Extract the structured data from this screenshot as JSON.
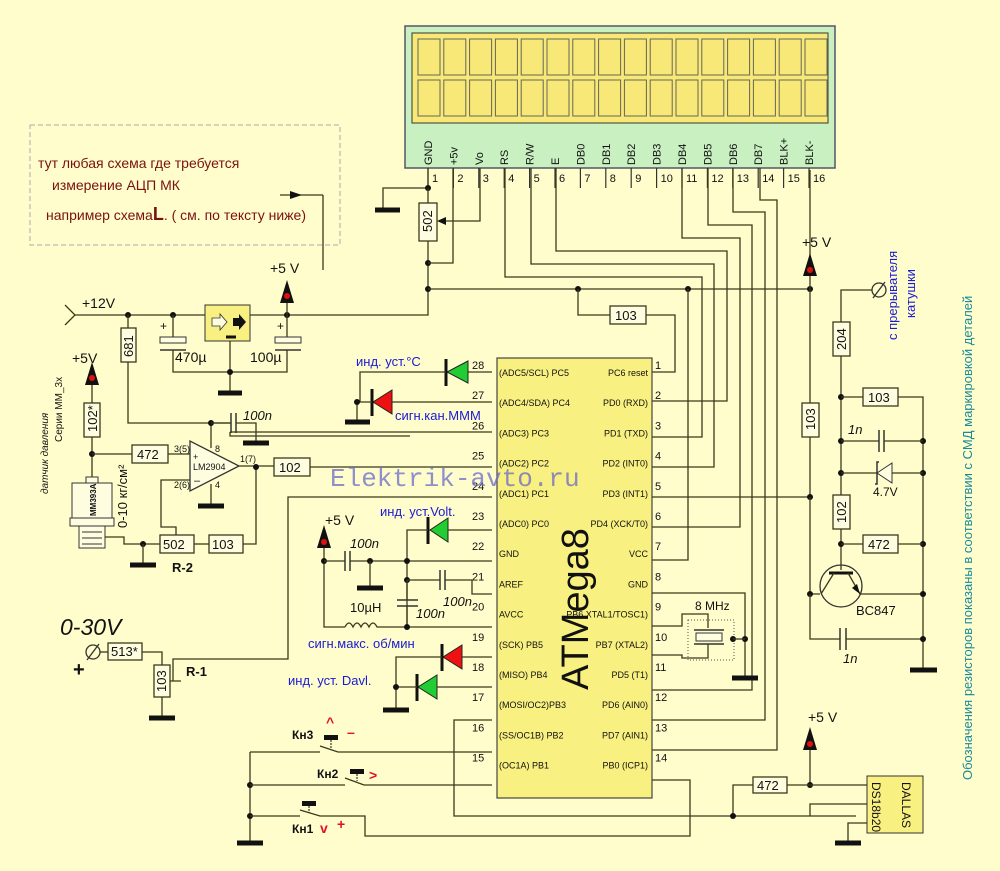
{
  "lcd": {
    "pins": [
      {
        "name": "GND",
        "num": "1"
      },
      {
        "name": "+5v",
        "num": "2"
      },
      {
        "name": "Vo",
        "num": "3"
      },
      {
        "name": "RS",
        "num": "4"
      },
      {
        "name": "R/W",
        "num": "5"
      },
      {
        "name": "E",
        "num": "6"
      },
      {
        "name": "DB0",
        "num": "7"
      },
      {
        "name": "DB1",
        "num": "8"
      },
      {
        "name": "DB2",
        "num": "9"
      },
      {
        "name": "DB3",
        "num": "10"
      },
      {
        "name": "DB4",
        "num": "11"
      },
      {
        "name": "DB5",
        "num": "12"
      },
      {
        "name": "DB6",
        "num": "13"
      },
      {
        "name": "DB7",
        "num": "14"
      },
      {
        "name": "BLK+",
        "num": "15"
      },
      {
        "name": "BLK-",
        "num": "16"
      }
    ],
    "rows": 2,
    "cols": 16,
    "contrast_pot": "502"
  },
  "note_box": {
    "line1": "тут любая схема где требуется",
    "line2": "измерение АЦП МК",
    "line3_pre": "например схема",
    "line3_letter": "L",
    "line3_post": ". ( см. по тексту ниже)"
  },
  "power": {
    "input_label": "+12V",
    "vcc_label": "+5 V",
    "vcc_label_short": "+5V",
    "cap_in": "470µ",
    "cap_out": "100µ",
    "r_681": "681"
  },
  "pressure": {
    "sensor_model": "ММ393А",
    "sensor_caption1": "датчик давления",
    "sensor_caption2": "Серии ММ_3х",
    "range": "0-10 кг/см²",
    "r_top": "102*",
    "r_in": "472",
    "opamp": "LM2904",
    "pin_plus": "3(5)",
    "pin_minus": "2(6)",
    "pin_out": "1(7)",
    "pin_8": "8",
    "pin_4": "4",
    "cap": "100n",
    "r_out": "102",
    "r_fb1": "502",
    "r_fb2": "103",
    "trim_label": "R-2"
  },
  "voltage_in": {
    "label": "0-30V",
    "plus": "+",
    "r_series": "513*",
    "r_div": "103",
    "trim_label": "R-1"
  },
  "mcu": {
    "name": "ATMega8",
    "left_pins": [
      {
        "num": "28",
        "label": "(ADC5/SCL) PC5"
      },
      {
        "num": "27",
        "label": "(ADC4/SDA) PC4"
      },
      {
        "num": "26",
        "label": "(ADC3) PC3"
      },
      {
        "num": "25",
        "label": "(ADC2) PC2"
      },
      {
        "num": "24",
        "label": "(ADC1) PC1"
      },
      {
        "num": "23",
        "label": "(ADC0) PC0"
      },
      {
        "num": "22",
        "label": "GND"
      },
      {
        "num": "21",
        "label": "AREF"
      },
      {
        "num": "20",
        "label": "AVCC"
      },
      {
        "num": "19",
        "label": "(SCK) PB5"
      },
      {
        "num": "18",
        "label": "(MISO) PB4"
      },
      {
        "num": "17",
        "label": "(MOSI/OC2)PB3"
      },
      {
        "num": "16",
        "label": "(SS/OC1B) PB2"
      },
      {
        "num": "15",
        "label": "(OC1A) PB1"
      }
    ],
    "right_pins": [
      {
        "num": "1",
        "label": "PC6 reset"
      },
      {
        "num": "2",
        "label": "PD0 (RXD)"
      },
      {
        "num": "3",
        "label": "PD1 (TXD)"
      },
      {
        "num": "4",
        "label": "PD2 (INT0)"
      },
      {
        "num": "5",
        "label": "PD3 (INT1)"
      },
      {
        "num": "6",
        "label": "PD4 (XCK/T0)"
      },
      {
        "num": "7",
        "label": "VCC"
      },
      {
        "num": "8",
        "label": "GND"
      },
      {
        "num": "9",
        "label": "PB6 XTAL1/TOSC1)"
      },
      {
        "num": "10",
        "label": "PB7 (XTAL2)"
      },
      {
        "num": "11",
        "label": "PD5  (T1)"
      },
      {
        "num": "12",
        "label": "PD6 (AIN0)"
      },
      {
        "num": "13",
        "label": "PD7 (AIN1)"
      },
      {
        "num": "14",
        "label": "PB0 (ICP1)"
      }
    ],
    "reset_r": "103",
    "crystal": "8 MHz"
  },
  "leds": {
    "temp": "инд.  уст.°C",
    "mmm": "сигн.кан.МММ",
    "volt": "инд. уст.Volt.",
    "rpm": "сигн.макс. об/мин",
    "davl": "инд.  уст. Davl."
  },
  "analog_supply": {
    "vcc": "+5 V",
    "c1": "100n",
    "c2": "100n",
    "c3": "100n",
    "inductor": "10µH"
  },
  "buttons": [
    {
      "name": "Кн3",
      "sym1": "^",
      "sym2": "–"
    },
    {
      "name": "Кн2",
      "sym1": ">",
      "sym2": ""
    },
    {
      "name": "Кн1",
      "sym1": "v",
      "sym2": "+"
    }
  ],
  "ignition": {
    "vcc": "+5 V",
    "input_label1": "с прерывателя",
    "input_label2": "катушки",
    "r_204": "204",
    "r_103a": "103",
    "r_103b": "103",
    "c_top": "1n",
    "zener": "4.7V",
    "r_102": "102",
    "r_472": "472",
    "transistor": "BC847",
    "c_bottom": "1n"
  },
  "thermo": {
    "vcc": "+5 V",
    "r_pullup": "472",
    "chip1": "DALLAS",
    "chip2": "DS18b20"
  },
  "side_note": "Обозначения резисторов показаны в соответствии с СМД маркировкой деталей",
  "watermark": "Elektrik-avto.ru"
}
